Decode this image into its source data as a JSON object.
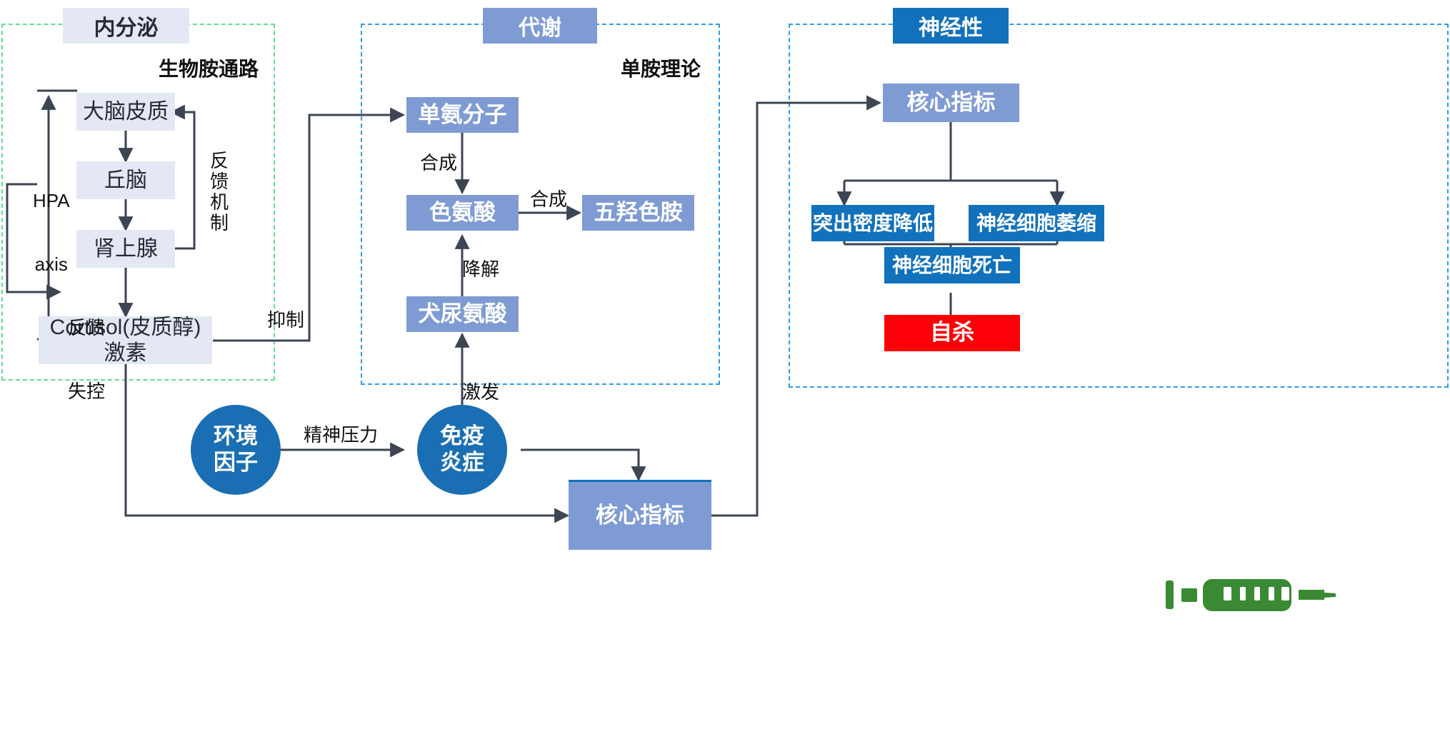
{
  "diagram": {
    "title_groups": [
      {
        "id": "endocrine",
        "label": "内分泌",
        "style": "pale"
      },
      {
        "id": "metabolic",
        "label": "代谢",
        "style": "mid"
      },
      {
        "id": "neuro",
        "label": "神经性",
        "style": "strong"
      }
    ],
    "section_headings": [
      {
        "id": "biogenic-amine-pathway",
        "label": "生物胺通路"
      },
      {
        "id": "monoamine-theory",
        "label": "单胺理论"
      }
    ],
    "endocrine": {
      "axis_label_line1": "HPA",
      "axis_label_line2": "axis",
      "nodes": [
        {
          "id": "cortex",
          "label": "大脑皮质"
        },
        {
          "id": "hypothalamus",
          "label": "丘脑"
        },
        {
          "id": "adrenal",
          "label": "肾上腺"
        },
        {
          "id": "cortisol",
          "label_line1": "Cortisol(皮质醇)",
          "label_line2": "激素"
        }
      ],
      "edge_labels": [
        {
          "id": "feedback-mechanism",
          "label": "反馈\n机\n制"
        },
        {
          "id": "feedback-loss",
          "label_line1": "反馈",
          "label_line2": "失控"
        }
      ]
    },
    "metabolic": {
      "nodes": [
        {
          "id": "monoamine-molecule",
          "label": "单氨分子"
        },
        {
          "id": "tryptophan",
          "label": "色氨酸"
        },
        {
          "id": "serotonin",
          "label": "五羟色胺"
        },
        {
          "id": "kynurenine",
          "label": "犬尿氨酸"
        }
      ],
      "edge_labels": [
        {
          "id": "synthesis-1",
          "label": "合成"
        },
        {
          "id": "synthesis-2",
          "label": "合成"
        },
        {
          "id": "degradation",
          "label": "降解"
        },
        {
          "id": "inhibition",
          "label": "抑制"
        },
        {
          "id": "activation",
          "label": "激发"
        }
      ]
    },
    "neuro": {
      "nodes": [
        {
          "id": "core-index-top",
          "label": "核心指标"
        },
        {
          "id": "synapse-density-down",
          "label": "突出密度降低"
        },
        {
          "id": "neuron-atrophy",
          "label": "神经细胞萎缩"
        },
        {
          "id": "neuron-death",
          "label": "神经细胞死亡"
        },
        {
          "id": "suicide",
          "label": "自杀"
        }
      ]
    },
    "bottom": {
      "nodes": [
        {
          "id": "environment-factor",
          "label_line1": "环境",
          "label_line2": "因子"
        },
        {
          "id": "immune-inflammation",
          "label_line1": "免疫",
          "label_line2": "炎症"
        },
        {
          "id": "core-index-bottom",
          "label": "核心指标"
        }
      ],
      "edge_labels": [
        {
          "id": "mental-stress",
          "label": "精神压力"
        }
      ],
      "icons": [
        {
          "id": "syringe",
          "name": "syringe-icon",
          "color": "#3a8a33"
        }
      ]
    },
    "colors": {
      "pale_box": "#e4e8f4",
      "mid_box": "#7f9bd4",
      "strong_box": "#1171bc",
      "red_box": "#fb0007",
      "ellipse": "#1a6fb4",
      "green_dash": "#66dd92",
      "blue_dash": "#2f9ce8",
      "connector": "#3d4453",
      "syringe": "#3a8a33"
    }
  }
}
